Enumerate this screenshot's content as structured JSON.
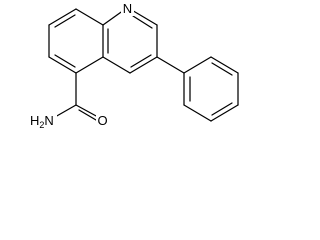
{
  "molecule": {
    "atoms": {
      "ring_nitrogen": "N",
      "carbonyl_oxygen": "O",
      "amide_group": {
        "main": "H",
        "subscript": "2",
        "tail": "N"
      }
    }
  }
}
